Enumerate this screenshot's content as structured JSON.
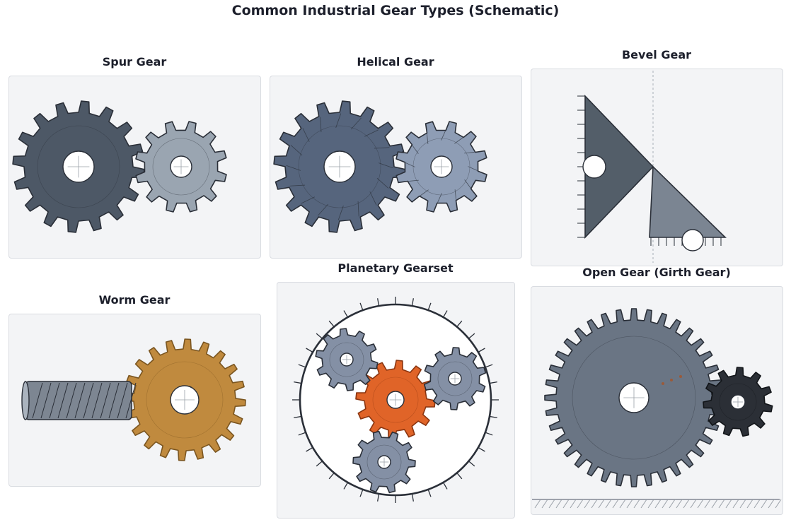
{
  "title": "Common Industrial Gear Types (Schematic)",
  "panels": {
    "spur": {
      "label": "Spur Gear"
    },
    "helical": {
      "label": "Helical Gear"
    },
    "bevel": {
      "label": "Bevel Gear"
    },
    "worm": {
      "label": "Worm Gear"
    },
    "planetary": {
      "label": "Planetary Gearset"
    },
    "open": {
      "label": "Open Gear (Girth Gear)"
    }
  },
  "colors": {
    "spur_large": "#4d5866",
    "spur_small": "#9aa5b1",
    "helical_large": "#56657d",
    "helical_small": "#8e9db5",
    "bevel_large": "#535e69",
    "bevel_small": "#7b8592",
    "worm_gear": "#c08a3e",
    "worm_screw": "#7d8692",
    "sun_gear": "#e06428",
    "planet_gear": "#8490a5",
    "ring_gear": "#2a2f38",
    "girth_gear": "#6a7584",
    "pinion": "#2b2f36",
    "outline": "#2a2f38",
    "panel_bg": "#f3f4f6"
  }
}
